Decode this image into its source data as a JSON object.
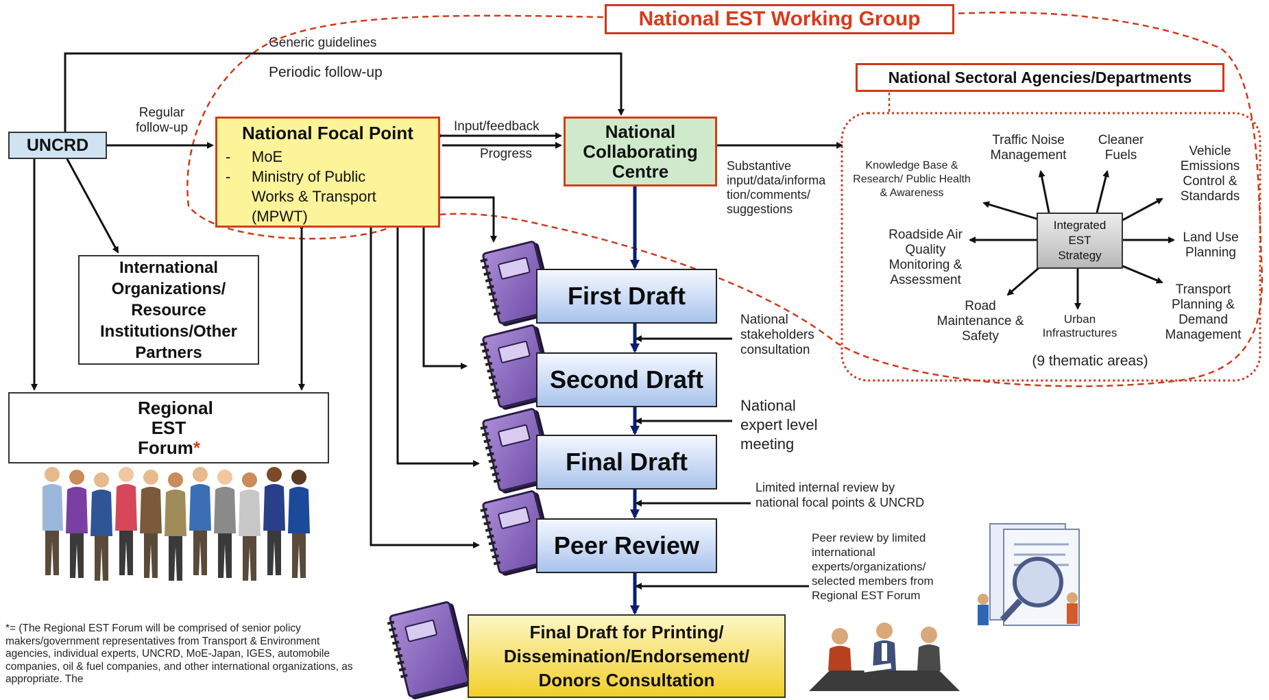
{
  "working_group": "National EST Working Group",
  "sectoral": "National Sectoral Agencies/Departments",
  "uncrd": "UNCRD",
  "focal_point": {
    "title": "National Focal Point",
    "items": [
      "MoE",
      "Ministry of Public Works & Transport (MPWT)"
    ]
  },
  "collaborating_centre": "National Collaborating Centre",
  "intl_orgs": "International Organizations/ Resource Institutions/Other Partners",
  "regional_forum": "Regional EST Forum",
  "regional_forum_mark": "*",
  "drafts": {
    "first": "First Draft",
    "second": "Second Draft",
    "final": "Final Draft",
    "peer": "Peer Review",
    "printing": "Final Draft for Printing/ Dissemination/Endorsement/ Donors Consultation"
  },
  "labels": {
    "generic_guidelines": "Generic guidelines",
    "periodic_followup": "Periodic follow-up",
    "regular_followup": "Regular follow-up",
    "input_feedback": "Input/feedback",
    "progress": "Progress",
    "substantive": "Substantive input/data/informa tion/comments/ suggestions",
    "stakeholders": "National stakeholders consultation",
    "expert_meeting": "National expert level meeting",
    "limited_internal": "Limited internal review by national focal points & UNCRD",
    "peer_review_by": "Peer review by limited international experts/organizations/ selected members from Regional EST Forum"
  },
  "thematic": {
    "center": "Integrated EST Strategy",
    "areas": [
      "Knowledge Base & Research/ Public Health & Awareness",
      "Traffic Noise Management",
      "Cleaner Fuels",
      "Vehicle Emissions Control & Standards",
      "Roadside Air Quality Monitoring & Assessment",
      "Land Use Planning",
      "Road Maintenance & Safety",
      "Urban Infrastructures",
      "Transport Planning & Demand Management"
    ],
    "caption": "(9 thematic areas)"
  },
  "footnote": "*= (The Regional EST Forum will be comprised of senior policy makers/government representatives from Transport & Environment agencies, individual experts, UNCRD, MoE-Japan, IGES, automobile companies, oil & fuel companies, and other international organizations, as appropriate. The",
  "colors": {
    "red_dash": "#cc3a1a",
    "navy_arrow": "#0b1f6e",
    "uncrd_fill": "#cfe3f2",
    "focal_fill": "#fdf49a",
    "centre_fill": "#cfeacb",
    "printing_fill": "#f8de4a"
  }
}
